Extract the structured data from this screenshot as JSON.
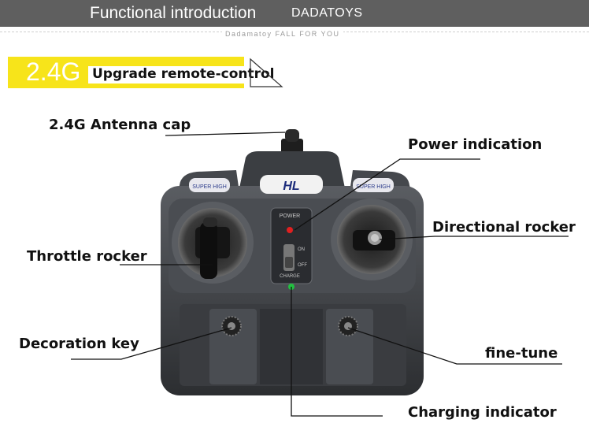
{
  "header": {
    "title": "Functional introduction",
    "brand": "DADATOYS",
    "tagline": "Dadamatoy FALL FOR YOU"
  },
  "product": {
    "frequency": "2.4G",
    "subtitle": "Upgrade remote-control"
  },
  "device": {
    "logo_text": "HL",
    "badge_text": "SUPER HIGH",
    "power_label": "POWER",
    "switch_on": "ON",
    "switch_off": "OFF",
    "charge_label": "CHARGE"
  },
  "callouts": {
    "antenna": "2.4G Antenna cap",
    "power_indication": "Power indication",
    "directional_rocker": "Directional rocker",
    "throttle_rocker": "Throttle rocker",
    "decoration_key": "Decoration key",
    "fine_tune": "fine-tune",
    "charging_indicator": "Charging indicator"
  },
  "colors": {
    "banner": "#5f5f5f",
    "accent_yellow": "#f7e41a",
    "power_led": "#e02020",
    "charge_led": "#22c040"
  }
}
